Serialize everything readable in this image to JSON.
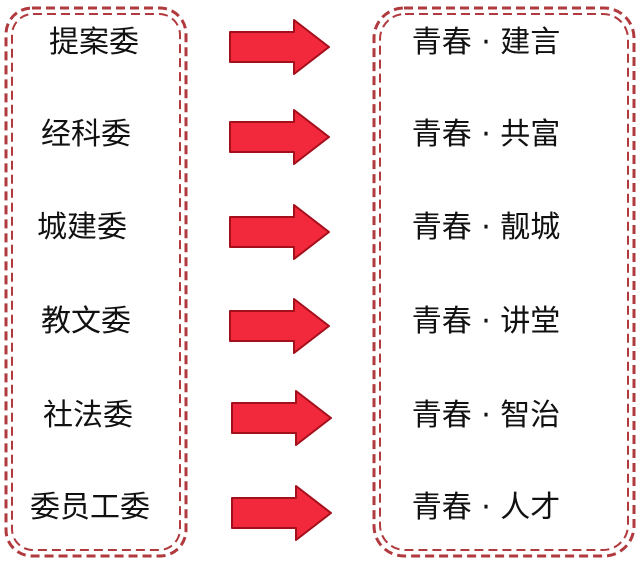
{
  "colors": {
    "border": "#b03a3e",
    "arrow_fill": "#f2283c",
    "arrow_stroke": "#a40f1c",
    "text": "#111111"
  },
  "rows": [
    {
      "committee": "提案委",
      "theme": "青春 · 建言"
    },
    {
      "committee": "经科委",
      "theme": "青春 · 共富"
    },
    {
      "committee": "城建委",
      "theme": "青春 · 靓城"
    },
    {
      "committee": "教文委",
      "theme": "青春 · 讲堂"
    },
    {
      "committee": "社法委",
      "theme": "青春 · 智治"
    },
    {
      "committee": "委员工委",
      "theme": "青春 · 人才"
    }
  ]
}
